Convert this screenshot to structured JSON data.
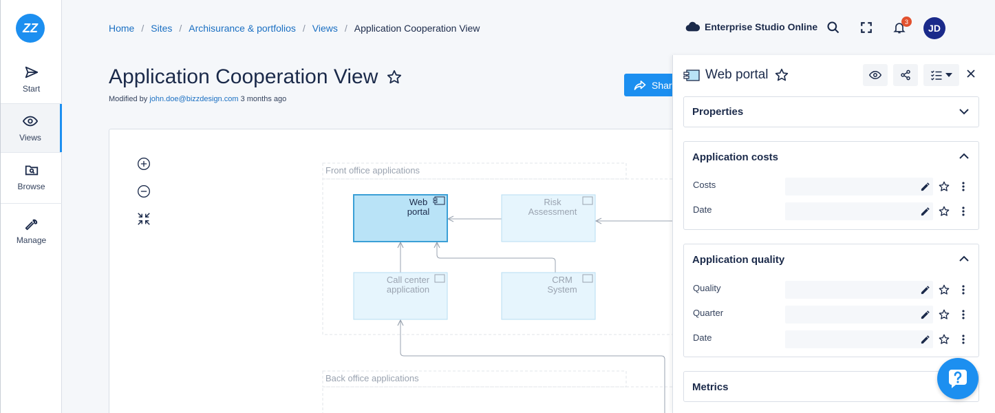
{
  "app": {
    "logo_text": "ZZ",
    "studio_label": "Enterprise Studio Online",
    "notification_count": "3",
    "user_initials": "JD",
    "accent_color": "#1c8ff0"
  },
  "sidebar": {
    "items": [
      {
        "label": "Start",
        "icon": "send-icon"
      },
      {
        "label": "Views",
        "icon": "eye-icon",
        "active": true
      },
      {
        "label": "Browse",
        "icon": "folder-search-icon"
      },
      {
        "label": "Manage",
        "icon": "wrench-icon"
      }
    ]
  },
  "breadcrumb": {
    "items": [
      "Home",
      "Sites",
      "Archisurance & portfolios",
      "Views"
    ],
    "current": "Application Cooperation View"
  },
  "page": {
    "title": "Application Cooperation View",
    "modified_prefix": "Modified by",
    "modified_by": "john.doe@bizzdesign.com",
    "modified_when": "3 months ago",
    "share_label": "Share"
  },
  "diagram": {
    "groups": [
      "Front office applications",
      "Back office applications"
    ],
    "nodes": {
      "web_portal": "Web\nportal",
      "risk_assessment": "Risk\nAssessment",
      "call_center": "Call center\napplication",
      "crm_system": "CRM\nSystem"
    }
  },
  "panel": {
    "title": "Web portal",
    "sections": {
      "properties": {
        "title": "Properties"
      },
      "costs": {
        "title": "Application costs",
        "fields": [
          "Costs",
          "Date"
        ]
      },
      "quality": {
        "title": "Application quality",
        "fields": [
          "Quality",
          "Quarter",
          "Date"
        ]
      },
      "metrics": {
        "title": "Metrics"
      }
    }
  }
}
